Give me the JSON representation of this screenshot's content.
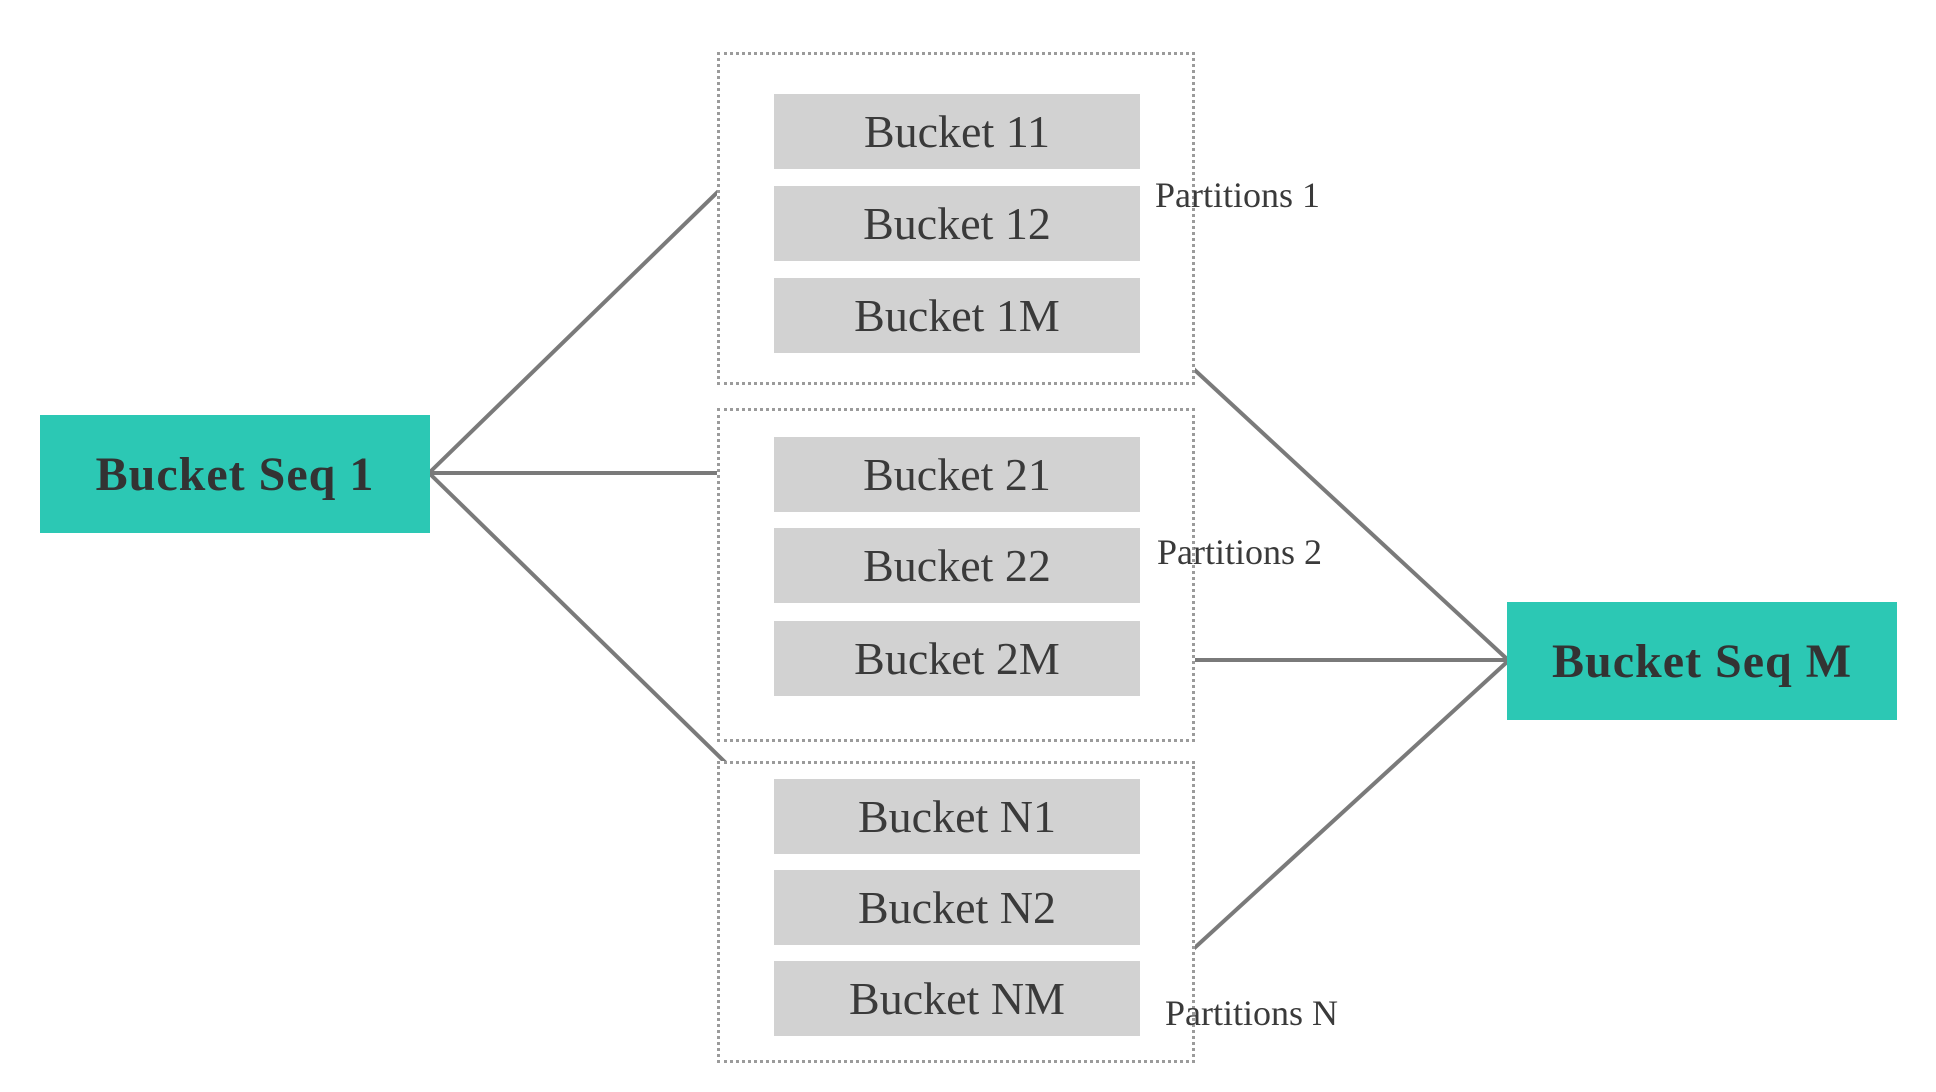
{
  "seq_nodes": [
    {
      "label": "Bucket Seq 1"
    },
    {
      "label": "Bucket Seq M"
    }
  ],
  "partitions": [
    {
      "label": "Partitions 1",
      "buckets": [
        "Bucket 11",
        "Bucket 12",
        "Bucket 1M"
      ]
    },
    {
      "label": "Partitions 2",
      "buckets": [
        "Bucket 21",
        "Bucket 22",
        "Bucket 2M"
      ]
    },
    {
      "label": "Partitions N",
      "buckets": [
        "Bucket N1",
        "Bucket N2",
        "Bucket NM"
      ]
    }
  ],
  "colors": {
    "seq_node_fill": "#2cc8b4",
    "bucket_fill": "#d2d2d2",
    "arrow": "#7a7a7a",
    "partition_border_dots": "#9b9b9b",
    "text": "#3a3a3a"
  }
}
